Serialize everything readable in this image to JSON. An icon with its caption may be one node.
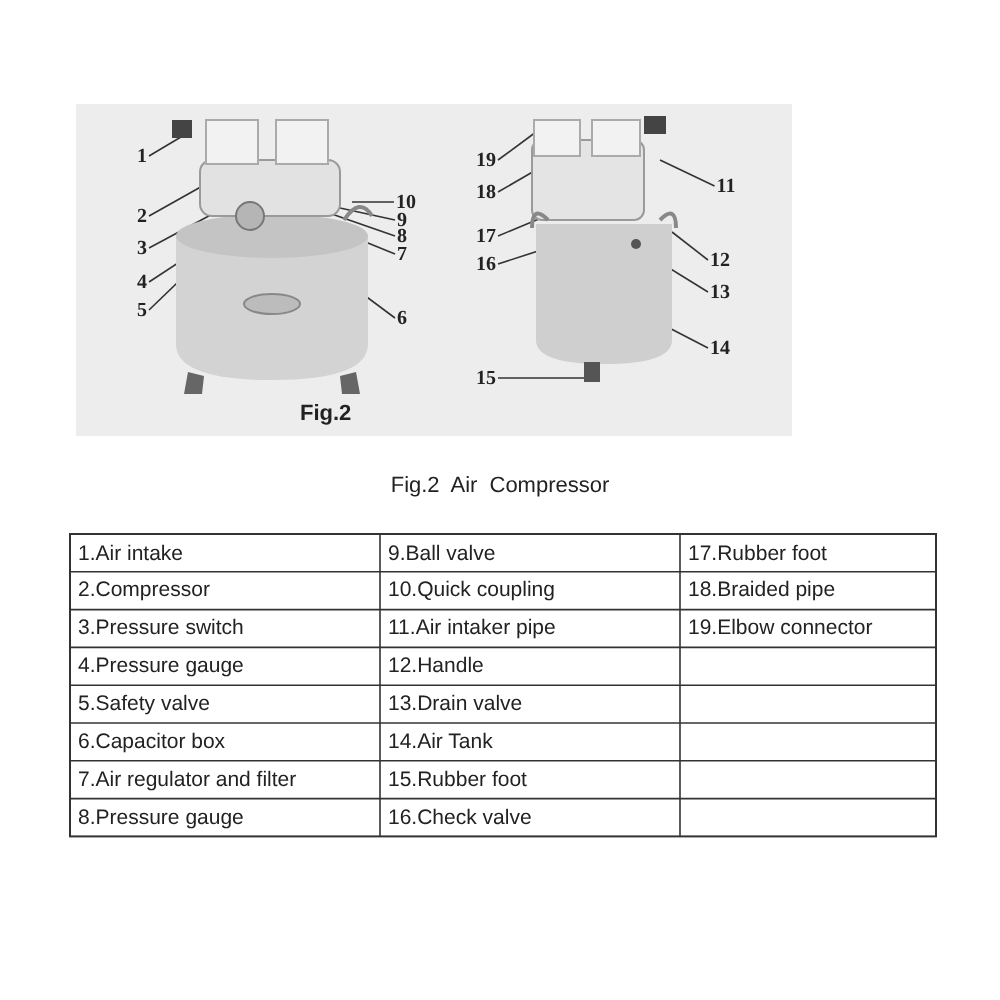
{
  "diagram": {
    "caption": "Fig.2 Air Compressor",
    "nodes": [
      {
        "text": [],
        "shape": "picture"
      },
      {
        "text": [],
        "shape": "picture"
      },
      {
        "text": [
          "1"
        ]
      },
      {
        "text": [
          "2"
        ]
      },
      {
        "text": [
          "3"
        ]
      },
      {
        "text": [
          "4"
        ]
      },
      {
        "text": [
          "5"
        ]
      },
      {
        "text": [
          "6"
        ]
      },
      {
        "text": [
          "7"
        ]
      },
      {
        "text": [
          "8"
        ]
      },
      {
        "text": [
          "9"
        ]
      },
      {
        "text": [
          "10"
        ]
      },
      {
        "text": [
          "19"
        ]
      },
      {
        "text": [
          "18"
        ]
      },
      {
        "text": [
          "17"
        ]
      },
      {
        "text": [
          "16"
        ]
      },
      {
        "text": [
          "15"
        ]
      },
      {
        "text": [
          "11"
        ]
      },
      {
        "text": [
          "12"
        ]
      },
      {
        "text": [
          "13"
        ]
      },
      {
        "text": [
          "14"
        ]
      }
    ],
    "edges": [
      {
        "from": 2,
        "to": 0,
        "arrow": "none"
      },
      {
        "from": 3,
        "to": 0,
        "arrow": "none"
      },
      {
        "from": 4,
        "to": 0,
        "arrow": "none"
      },
      {
        "from": 5,
        "to": 0,
        "arrow": "none"
      },
      {
        "from": 6,
        "to": 0,
        "arrow": "none"
      },
      {
        "from": 7,
        "to": 0,
        "arrow": "none"
      },
      {
        "from": 8,
        "to": 0,
        "arrow": "none"
      },
      {
        "from": 9,
        "to": 0,
        "arrow": "none"
      },
      {
        "from": 10,
        "to": 0,
        "arrow": "none"
      },
      {
        "from": 11,
        "to": 0,
        "arrow": "none"
      },
      {
        "from": 12,
        "to": 1,
        "arrow": "none"
      },
      {
        "from": 13,
        "to": 1,
        "arrow": "none"
      },
      {
        "from": 14,
        "to": 1,
        "arrow": "none"
      },
      {
        "from": 15,
        "to": 1,
        "arrow": "none"
      },
      {
        "from": 16,
        "to": 1,
        "arrow": "none"
      },
      {
        "from": 17,
        "to": 1,
        "arrow": "none"
      },
      {
        "from": 18,
        "to": 1,
        "arrow": "none"
      },
      {
        "from": 19,
        "to": 1,
        "arrow": "none"
      },
      {
        "from": 20,
        "to": 1,
        "arrow": "none"
      }
    ],
    "labels": [
      "Fig.2",
      "1.Air intake",
      "9.Ball valve",
      "17.Rubber foot",
      "2.Compressor",
      "10.Quick coupling",
      "18.Braided pipe",
      "3.Pressure switch",
      "11.Air intaker pipe",
      "19.Elbow connector",
      "4.Pressure gauge",
      "12.Handle",
      "5.Safety valve",
      "13.Drain valve",
      "6.Capacitor box",
      "14.Air Tank",
      "7.Air regulator and filter",
      "15.Rubber foot",
      "8.Pressure gauge",
      "16.Check valve"
    ]
  }
}
